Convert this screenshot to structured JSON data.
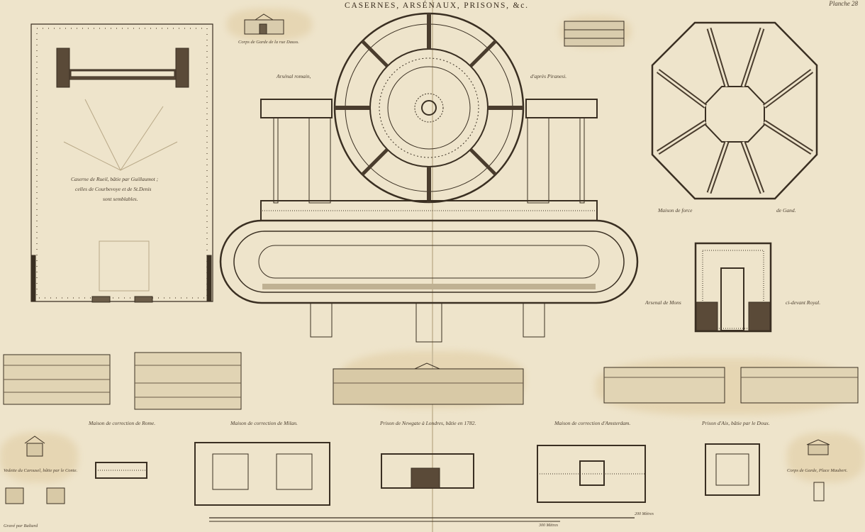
{
  "plate": {
    "title": "CASERNES, ARSÉNAUX, PRISONS, &c.",
    "planche": "Planche 28",
    "engraver": "Gravé par Baltard"
  },
  "labels": {
    "caserne_rueil_1": "Caserne de Rueil, bâtie par Guillaumot ;",
    "caserne_rueil_2": "celles de Courbevoye et de St.Denis",
    "caserne_rueil_3": "sont semblables.",
    "corps_garde_rue": "Corps de Garde de la rue Dauss.",
    "arsenal_left": "Arsénal romain,",
    "arsenal_right": "d'après Piranesi.",
    "maison_gand_left": "Maison de force",
    "maison_gand_right": "de Gand.",
    "arsenal_mons_left": "Arsenal de Mons",
    "arsenal_mons_right": "ci-devant Royal.",
    "correction_rome": "Maison de correction de Rome.",
    "correction_milan": "Maison de correction de Milan.",
    "newgate": "Prison de Newgate à Londres, bâtie en 1782.",
    "amsterdam": "Maison de correction d'Amsterdam.",
    "aix": "Prison d'Aix, bâtie par le Doux.",
    "vedette": "Vedette du Carousel, bâtie par le Conte.",
    "corps_garde_place": "Corps de Garde, Place Maubert.",
    "scale_200": "200 Mètres",
    "scale_300": "300 Mètres"
  }
}
